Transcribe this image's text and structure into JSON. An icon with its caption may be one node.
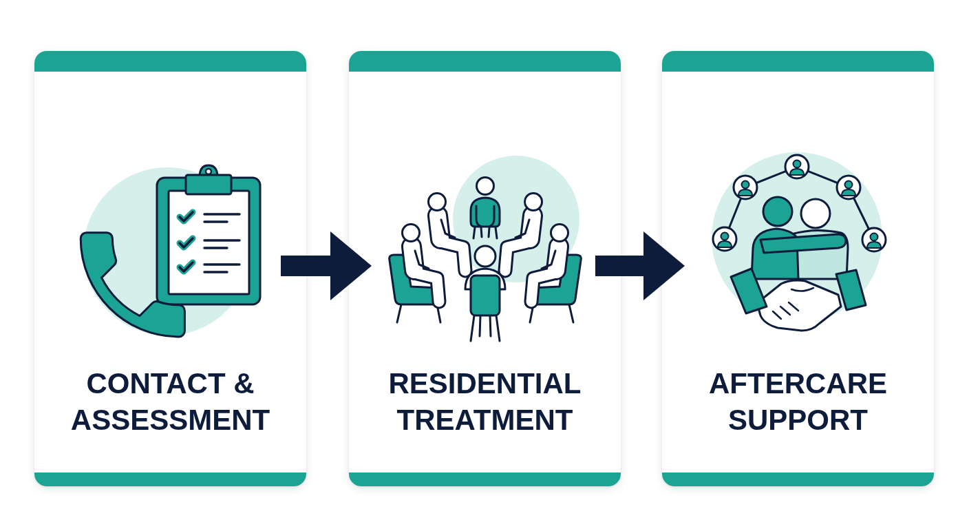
{
  "diagram": {
    "nodes": [
      {
        "text": [
          "CONTACT & ASSESSMENT"
        ]
      },
      {
        "text": [
          "RESIDENTIAL TREATMENT"
        ]
      },
      {
        "text": [
          "AFTERCARE SUPPORT"
        ]
      }
    ],
    "edges": [
      {
        "from": 0,
        "to": 1,
        "arrow": "to"
      },
      {
        "from": 1,
        "to": 2,
        "arrow": "to"
      }
    ]
  }
}
